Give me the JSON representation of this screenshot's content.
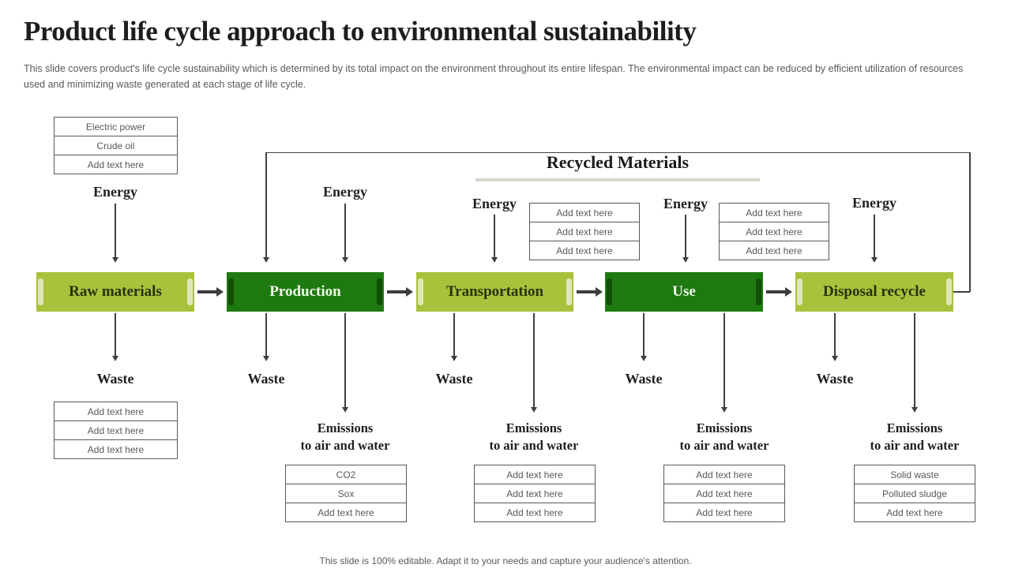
{
  "slide": {
    "title": "Product life cycle approach to environmental sustainability",
    "subtitle": "This slide covers product's life cycle sustainability which is determined by its total impact on the environment throughout its entire lifespan. The environmental impact can be reduced by efficient utilization of resources used and minimizing waste generated at each stage of life cycle.",
    "footer": "This slide is 100% editable. Adapt it to your needs and capture your audience's attention."
  },
  "diagram": {
    "recycled_materials_label": "Recycled Materials",
    "energy_label": "Energy",
    "waste_label": "Waste",
    "emissions_line1": "Emissions",
    "emissions_line2": "to air and water",
    "stages": [
      {
        "label": "Raw materials",
        "variant": "light"
      },
      {
        "label": "Production",
        "variant": "dark"
      },
      {
        "label": "Transportation",
        "variant": "light"
      },
      {
        "label": "Use",
        "variant": "dark"
      },
      {
        "label": "Disposal recycle",
        "variant": "light"
      }
    ],
    "tables": {
      "raw_inputs": [
        "Electric power",
        "Crude oil",
        "Add text here"
      ],
      "transportation_inputs": [
        "Add text here",
        "Add text here",
        "Add text here"
      ],
      "use_inputs": [
        "Add text here",
        "Add text here",
        "Add text here"
      ],
      "raw_waste": [
        "Add text here",
        "Add text here",
        "Add text here"
      ],
      "production_emissions": [
        "CO2",
        "Sox",
        "Add text here"
      ],
      "transportation_emissions": [
        "Add text here",
        "Add text here",
        "Add text here"
      ],
      "use_emissions": [
        "Add text here",
        "Add text here",
        "Add text here"
      ],
      "disposal_emissions": [
        "Solid waste",
        "Polluted sludge",
        "Add text here"
      ]
    },
    "colors": {
      "light_green": "#a9c23c",
      "light_tab": "#dfe7b8",
      "dark_green": "#1e7a10",
      "dark_tab": "#124d07",
      "line": "#404040",
      "table_text": "#595959",
      "heading_underline": "#d8d8d0"
    }
  }
}
